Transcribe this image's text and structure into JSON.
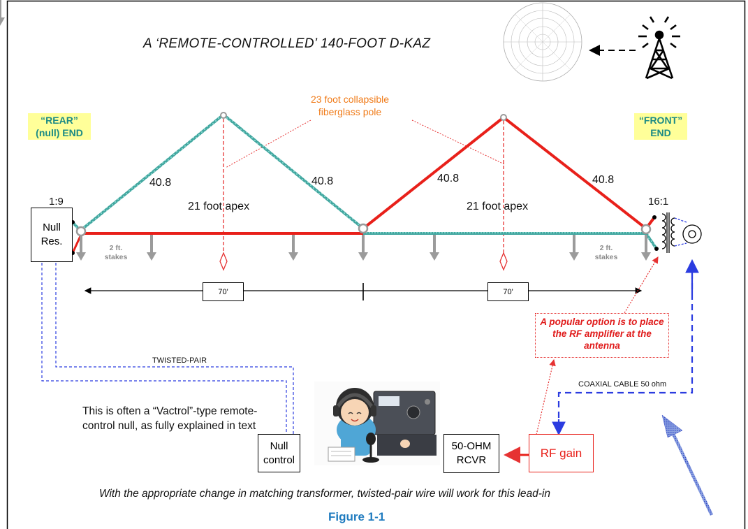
{
  "title": "A ‘REMOTE-CONTROLLED’ 140-FOOT D-KAZ",
  "pole_note": [
    "23 foot collapsible",
    "fiberglass pole"
  ],
  "rear_end": [
    "“REAR”",
    "(null) END"
  ],
  "front_end": [
    "“FRONT”",
    "END"
  ],
  "segment_labels": [
    "40.8",
    "40.8",
    "40.8",
    "40.8"
  ],
  "apex_labels": [
    "21 foot apex",
    "21 foot apex"
  ],
  "null_transformer_ratio": "1:9",
  "matching_transformer_ratio": "16:1",
  "null_res_box": [
    "Null",
    "Res."
  ],
  "stakes_label": [
    "2 ft.",
    "stakes"
  ],
  "span_labels": [
    "70'",
    "70'"
  ],
  "twisted_pair_label": "TWISTED-PAIR",
  "coax_label": "COAXIAL CABLE 50 ohm",
  "vactrol_note": "This is often a “Vactrol”-type remote-control null, as fully explained in text",
  "null_control_box": [
    "Null",
    "control"
  ],
  "receiver_box": [
    "50-OHM",
    "RCVR"
  ],
  "rf_gain_box": "RF gain",
  "rf_amp_note": "A popular option is to place the RF amplifier at the antenna",
  "caption": "With the appropriate change in matching transformer, twisted-pair wire will work for this lead-in",
  "figure_label": "Figure 1-1",
  "colors": {
    "red_wire": "#e8201a",
    "teal_wire": "#43a7a0",
    "pole": "#e63232",
    "stake": "#9b9b9b",
    "blue_line": "#2b3ce0",
    "end_label_bg": "#ffff99",
    "end_label_text": "#1b8a85",
    "orange_text": "#f07b19",
    "figure_text": "#1f7bbf"
  },
  "icons": [
    "radio-tower-icon",
    "polar-pattern-icon",
    "radio-operator-icon",
    "coax-connector-icon"
  ]
}
